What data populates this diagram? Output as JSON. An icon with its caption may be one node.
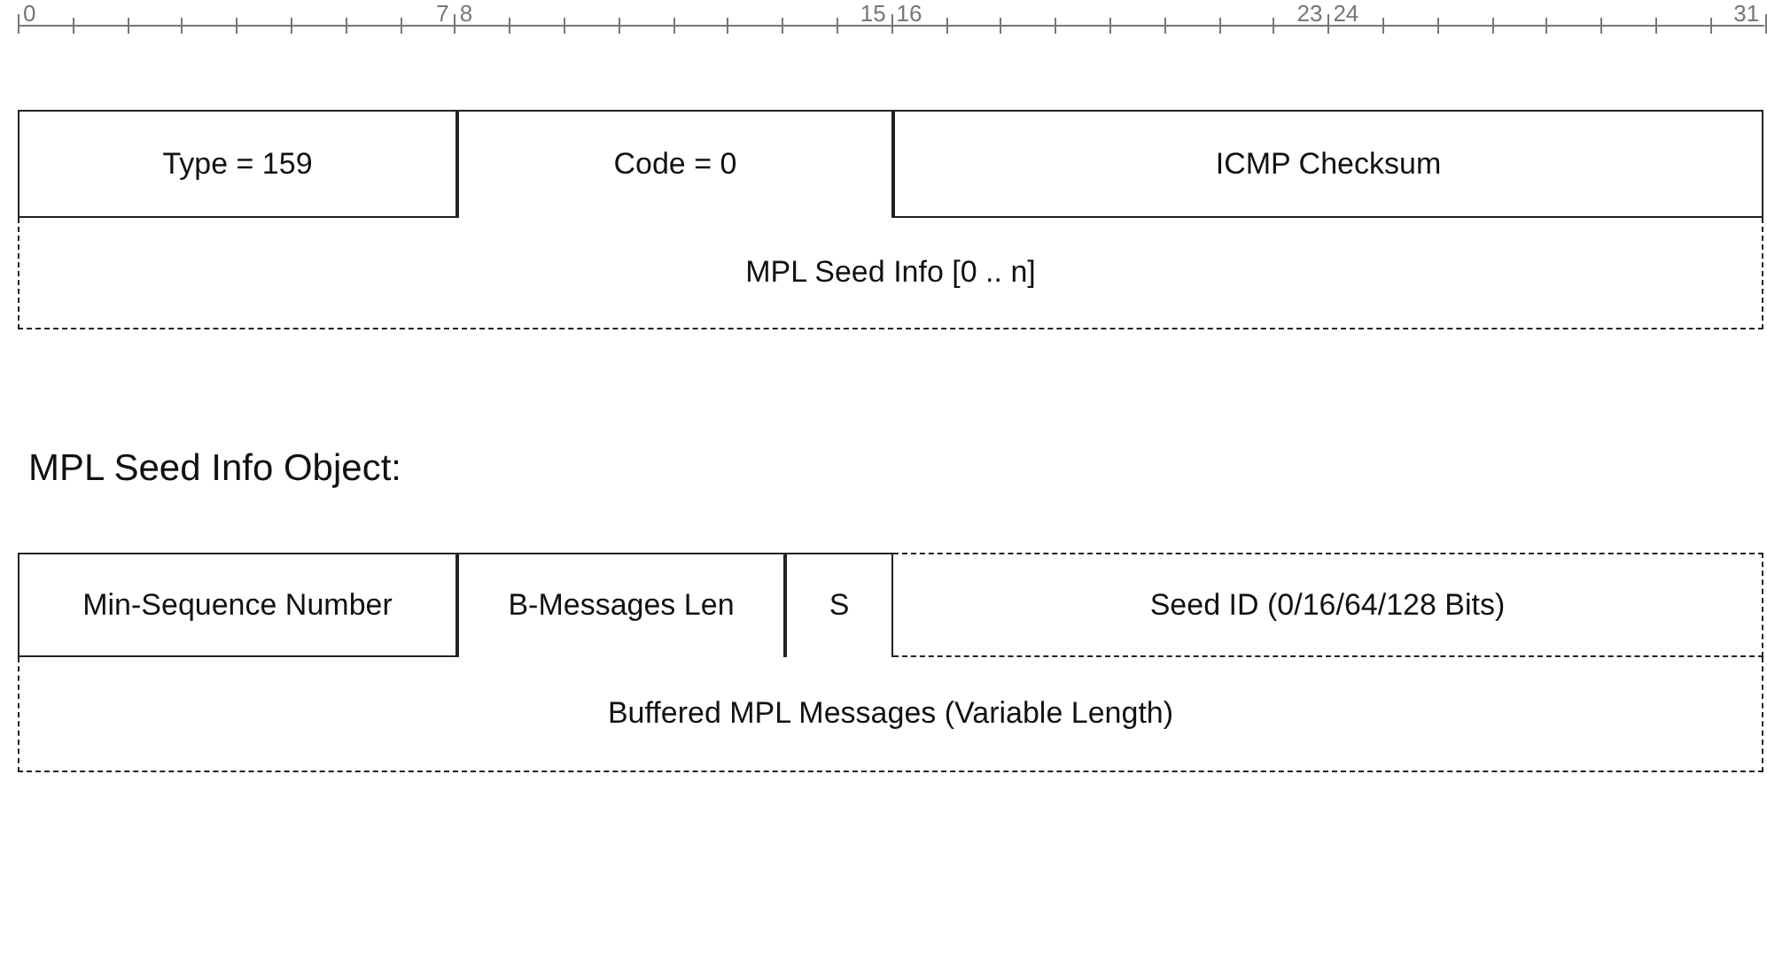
{
  "diagram": {
    "nodes": [
      {
        "text": [
          "Type = 159"
        ]
      },
      {
        "text": [
          "Code = 0"
        ]
      },
      {
        "text": [
          "ICMP Checksum"
        ]
      },
      {
        "text": [
          "MPL Seed Info [0 .. n]"
        ]
      },
      {
        "text": [
          "Min-Sequence Number"
        ]
      },
      {
        "text": [
          "B-Messages Len"
        ]
      },
      {
        "text": [
          "S"
        ]
      },
      {
        "text": [
          "Seed ID (0/16/64/128 Bits)"
        ]
      },
      {
        "text": [
          "Buffered MPL Messages (Variable Length)"
        ]
      }
    ],
    "edges": [],
    "labels": [
      "0",
      "7",
      "8",
      "15",
      "16",
      "23",
      "24",
      "31",
      "MPL Seed Info Object:"
    ]
  }
}
